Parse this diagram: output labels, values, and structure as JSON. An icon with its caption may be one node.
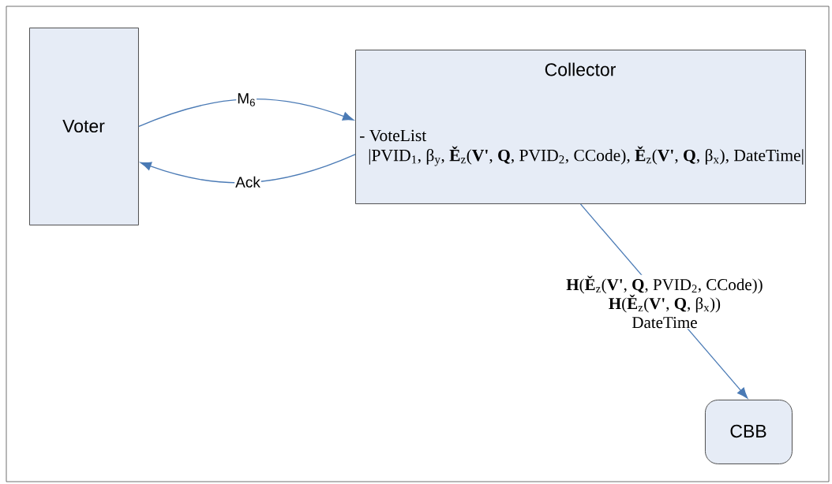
{
  "diagram": {
    "nodes": [
      {
        "text": [
          "Voter"
        ]
      },
      {
        "text": [
          "Collector",
          "- VoteList",
          "|PVID$_{1}$, β$_{y}$, **Ě**$_{z}$(**V'**, **Q**, PVID$_{2}$, CCode), **Ě**$_{z}$(**V'**, **Q**, β$_{x}$), DateTime|"
        ]
      },
      {
        "text": [
          "CBB"
        ]
      }
    ],
    "edges": [
      {
        "from": 0,
        "to": 1,
        "arrow": "to",
        "label": "M$_{6}$"
      },
      {
        "from": 1,
        "to": 0,
        "arrow": "to",
        "label": "Ack"
      },
      {
        "from": 1,
        "to": 2,
        "arrow": "to",
        "label": "**H**(**Ě**$_{z}$(**V'**, **Q**, PVID$_{2}$, CCode)) **H**(**Ě**$_{z}$(**V'**, **Q**, β$_{x}$)) DateTime"
      }
    ]
  }
}
